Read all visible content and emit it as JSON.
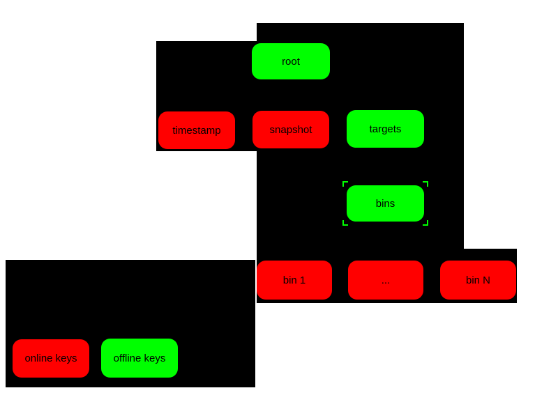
{
  "page": {
    "background": "#ffffff"
  },
  "diagram": {
    "panel_color": "#000000",
    "text_color": "#000000",
    "key_colors": {
      "online": "#ff0000",
      "offline": "#00ff00"
    },
    "nodes": {
      "root": {
        "label": "root",
        "key_type": "offline"
      },
      "timestamp": {
        "label": "timestamp",
        "key_type": "online"
      },
      "snapshot": {
        "label": "snapshot",
        "key_type": "online"
      },
      "targets": {
        "label": "targets",
        "key_type": "offline"
      },
      "bins": {
        "label": "bins",
        "key_type": "offline",
        "selected": true
      },
      "bin_1": {
        "label": "bin 1",
        "key_type": "online"
      },
      "bin_ellipsis": {
        "label": "...",
        "key_type": "online"
      },
      "bin_N": {
        "label": "bin N",
        "key_type": "online"
      }
    },
    "legend": {
      "online_keys": {
        "label": "online keys",
        "key_type": "online"
      },
      "offline_keys": {
        "label": "offline keys",
        "key_type": "offline"
      }
    }
  }
}
